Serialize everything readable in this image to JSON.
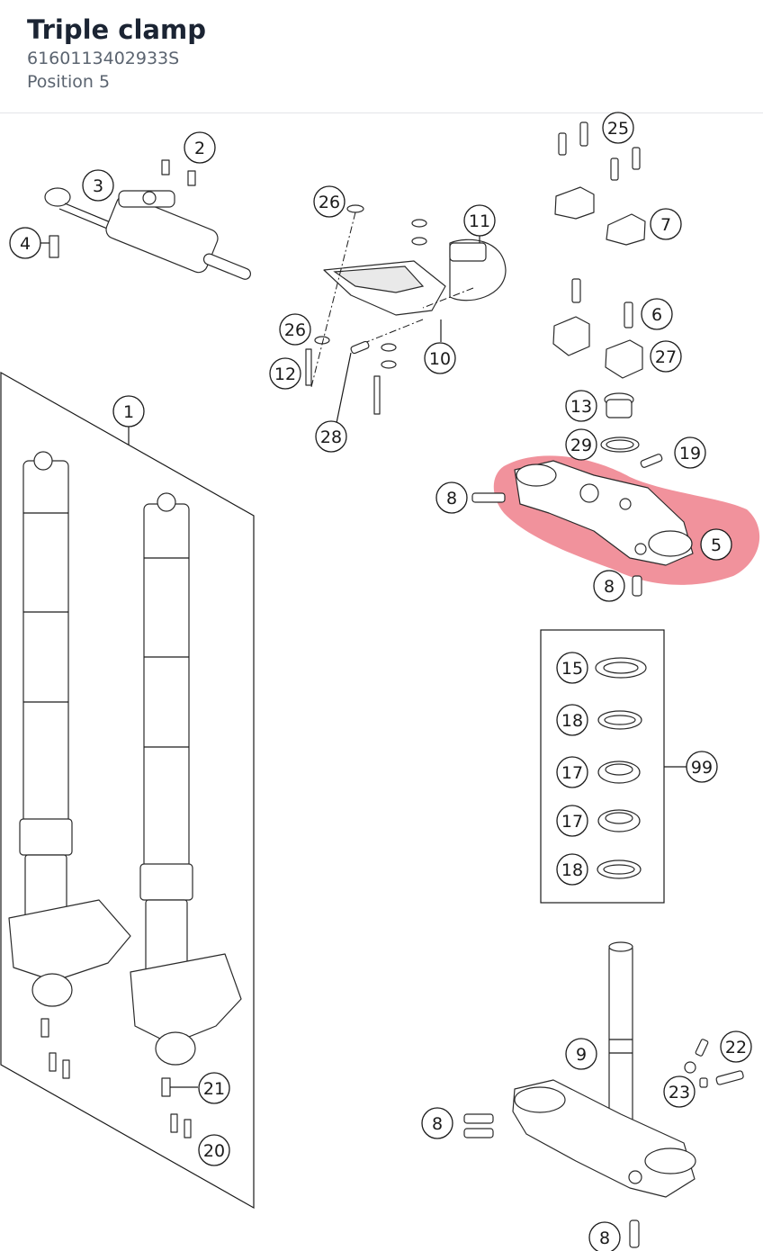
{
  "header": {
    "title": "Triple clamp",
    "part_number": "6160113402933S",
    "position": "Position 5"
  },
  "diagram": {
    "highlight_color": "#e5394a",
    "highlighted_callout": "5",
    "callouts": [
      {
        "id": "c1",
        "label": "1"
      },
      {
        "id": "c2",
        "label": "2"
      },
      {
        "id": "c3",
        "label": "3"
      },
      {
        "id": "c4",
        "label": "4"
      },
      {
        "id": "c5",
        "label": "5"
      },
      {
        "id": "c6",
        "label": "6"
      },
      {
        "id": "c7",
        "label": "7"
      },
      {
        "id": "c8a",
        "label": "8"
      },
      {
        "id": "c8b",
        "label": "8"
      },
      {
        "id": "c8c",
        "label": "8"
      },
      {
        "id": "c8d",
        "label": "8"
      },
      {
        "id": "c9",
        "label": "9"
      },
      {
        "id": "c10",
        "label": "10"
      },
      {
        "id": "c11",
        "label": "11"
      },
      {
        "id": "c12",
        "label": "12"
      },
      {
        "id": "c13",
        "label": "13"
      },
      {
        "id": "c15",
        "label": "15"
      },
      {
        "id": "c17a",
        "label": "17"
      },
      {
        "id": "c17b",
        "label": "17"
      },
      {
        "id": "c18a",
        "label": "18"
      },
      {
        "id": "c18b",
        "label": "18"
      },
      {
        "id": "c19",
        "label": "19"
      },
      {
        "id": "c20",
        "label": "20"
      },
      {
        "id": "c21",
        "label": "21"
      },
      {
        "id": "c22",
        "label": "22"
      },
      {
        "id": "c23",
        "label": "23"
      },
      {
        "id": "c25",
        "label": "25"
      },
      {
        "id": "c26a",
        "label": "26"
      },
      {
        "id": "c26b",
        "label": "26"
      },
      {
        "id": "c27",
        "label": "27"
      },
      {
        "id": "c28",
        "label": "28"
      },
      {
        "id": "c29",
        "label": "29"
      },
      {
        "id": "c99",
        "label": "99"
      }
    ]
  }
}
